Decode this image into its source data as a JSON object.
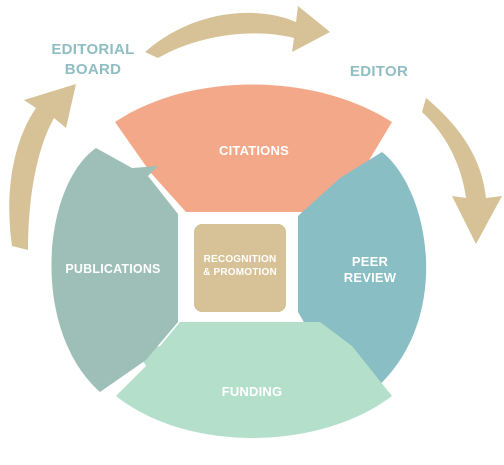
{
  "outer_labels": {
    "editorial_board": [
      "EDITORIAL",
      "BOARD"
    ],
    "editor": "EDITOR"
  },
  "segments": {
    "citations": "CITATIONS",
    "peer_review": [
      "PEER",
      "REVIEW"
    ],
    "funding": "FUNDING",
    "publications": "PUBLICATIONS"
  },
  "center": [
    "RECOGNITION",
    "& PROMOTION"
  ],
  "colors": {
    "arrow": "#d6c296",
    "outer_text": "#8fbdc2",
    "citations": "#f4a88a",
    "peer_review": "#88bec4",
    "funding": "#b4e0cb",
    "publications": "#9ebfb7",
    "center": "#d6c296",
    "text": "#ffffff"
  }
}
